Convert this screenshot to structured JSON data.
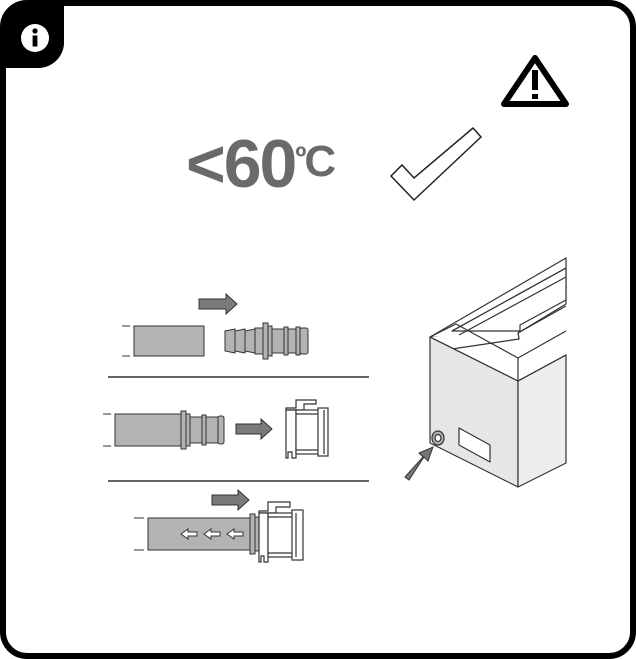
{
  "figure": {
    "temperature": {
      "comparator": "<",
      "value": "60",
      "degree_symbol": "º",
      "unit": "C"
    },
    "icons": {
      "corner": "info-icon",
      "warning": "warning-triangle-icon",
      "check": "checkmark-icon"
    },
    "colors": {
      "frame": "#000000",
      "text_gray": "#6a6a6a",
      "tube_gray": "#b3b3b3",
      "arrow_gray": "#777777",
      "bath_side": "#e6e6e6"
    }
  }
}
